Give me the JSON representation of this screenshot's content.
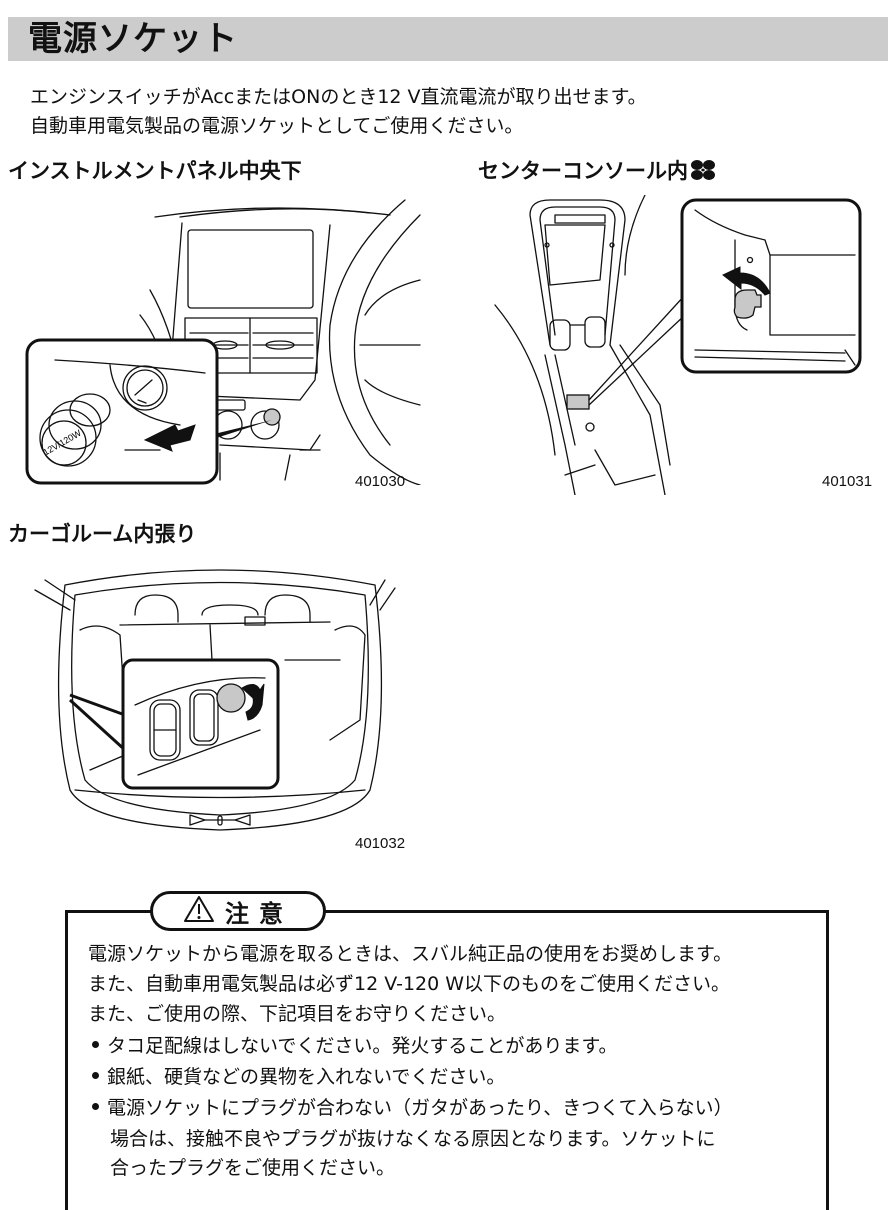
{
  "page": {
    "title": "電源ソケット",
    "intro": [
      "エンジンスイッチがAccまたはONのとき12 V直流電流が取り出せます。",
      "自動車用電気製品の電源ソケットとしてご使用ください。"
    ]
  },
  "figures": [
    {
      "heading": "インストルメントパネル中央下",
      "code": "401030",
      "plug_label": "12V/120W"
    },
    {
      "heading": "センターコンソール内",
      "heading_icon": "clover-icon",
      "heading_icon_glyph": "✤",
      "code": "401031"
    },
    {
      "heading": "カーゴルーム内張り",
      "code": "401032"
    }
  ],
  "caution": {
    "icon": "warning-triangle-icon",
    "label": "注意",
    "lines": [
      "電源ソケットから電源を取るときは、スバル純正品の使用をお奨めします。",
      "また、自動車用電気製品は必ず12 V-120 W以下のものをご使用ください。",
      "また、ご使用の際、下記項目をお守りください。"
    ],
    "bullets": [
      {
        "text": "タコ足配線はしないでください。発火することがあります。"
      },
      {
        "text": "銀紙、硬貨などの異物を入れないでください。"
      },
      {
        "text": "電源ソケットにプラグが合わない（ガタがあったり、きつくて入らない）",
        "continuation": [
          "場合は、接触不良やプラグが抜けなくなる原因となります。ソケットに",
          "合ったプラグをご使用ください。"
        ]
      }
    ]
  }
}
